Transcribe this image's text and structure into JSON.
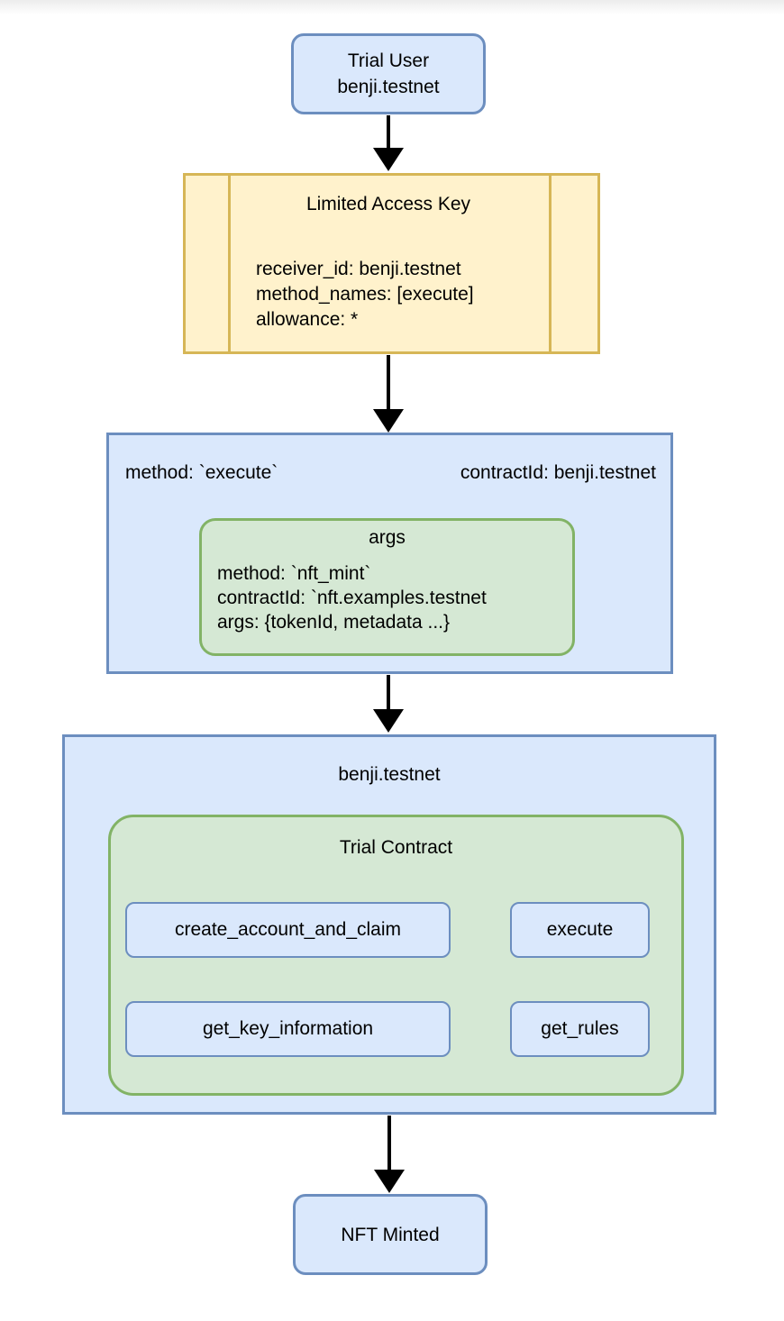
{
  "colors": {
    "blue_fill": "#dae8fc",
    "blue_stroke": "#6c8ebf",
    "green_fill": "#d5e8d4",
    "green_stroke": "#82b366",
    "yellow_fill": "#fff2cc",
    "yellow_stroke": "#d6b656",
    "arrow": "#000000",
    "text": "#000000",
    "bg": "#ffffff"
  },
  "nodes": {
    "trial_user": {
      "line1": "Trial User",
      "line2": "benji.testnet"
    },
    "access_key": {
      "title": "Limited Access Key",
      "lines": [
        "receiver_id: benji.testnet",
        "method_names: [execute]",
        "allowance: *"
      ]
    },
    "execute_call": {
      "method": "method: `execute`",
      "contract": "contractId: benji.testnet",
      "args": {
        "title": "args",
        "lines": [
          "method: `nft_mint`",
          "contractId: `nft.examples.testnet",
          "args: {tokenId, metadata ...}"
        ]
      }
    },
    "account": {
      "title": "benji.testnet",
      "contract": {
        "title": "Trial Contract",
        "methods": [
          "create_account_and_claim",
          "execute",
          "get_key_information",
          "get_rules"
        ]
      }
    },
    "nft_minted": {
      "label": "NFT Minted"
    }
  }
}
